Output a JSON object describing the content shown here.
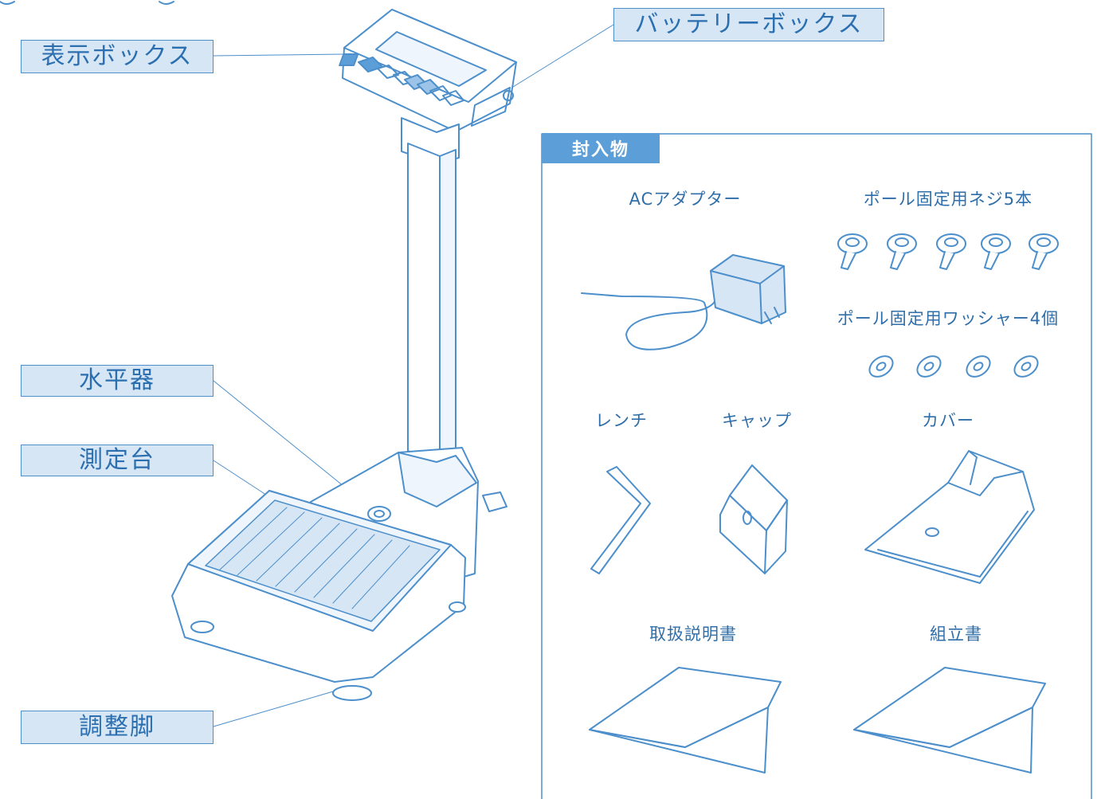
{
  "callouts": {
    "display_box": "表示ボックス",
    "battery_box": "バッテリーボックス",
    "level": "水平器",
    "platform": "測定台",
    "adjust_feet": "調整脚"
  },
  "contents": {
    "header": "封入物",
    "items": {
      "ac_adapter": "ACアダプター",
      "screws": "ポール固定用ネジ5本",
      "washers": "ポール固定用ワッシャー4個",
      "wrench": "レンチ",
      "cap": "キャップ",
      "cover": "カバー",
      "manual": "取扱説明書",
      "assembly": "組立書"
    }
  },
  "colors": {
    "line": "#4c8fcb",
    "fill": "#d6e6f5",
    "accent": "#5c9fd8"
  }
}
